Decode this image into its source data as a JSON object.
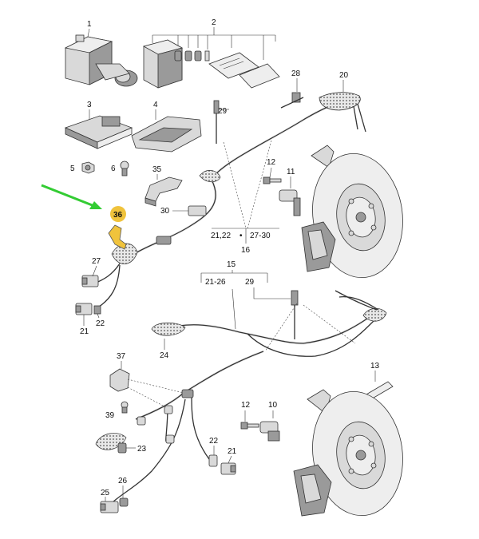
{
  "callouts": {
    "n1": "1",
    "n2": "2",
    "n3": "3",
    "n4": "4",
    "n5": "5",
    "n6": "6",
    "n10": "10",
    "n11": "11",
    "n12a": "12",
    "n12b": "12",
    "n13": "13",
    "n15": "15",
    "n16": "16",
    "n20": "20",
    "n21a": "21",
    "n21b": "21",
    "n22a": "22",
    "n22b": "22",
    "n23": "23",
    "n24": "24",
    "n25": "25",
    "n26": "26",
    "n27": "27",
    "n28": "28",
    "n29a": "29",
    "n29b": "29",
    "n30": "30",
    "n35": "35",
    "n36": "36",
    "n37": "37",
    "n39": "39"
  },
  "ranges": {
    "r2122": "21,22",
    "r2730": "27-30",
    "r2126": "21-26"
  },
  "highlight": {
    "color": "#f0c33c",
    "arrow_color": "#33cc33",
    "part": "36"
  }
}
